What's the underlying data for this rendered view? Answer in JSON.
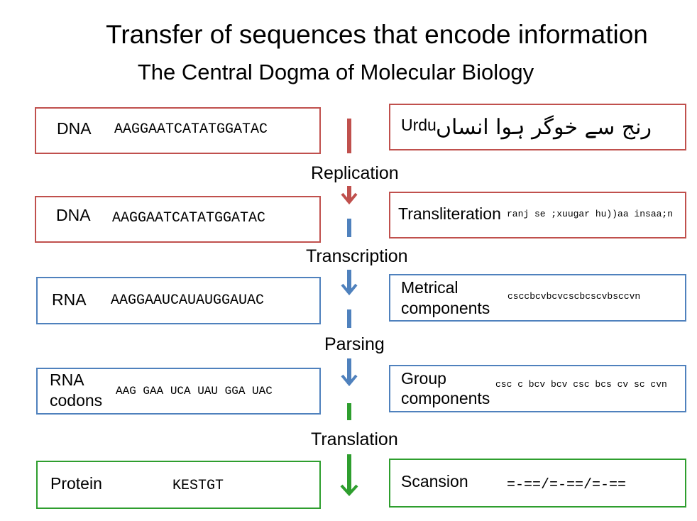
{
  "title": "Transfer of sequences that encode information",
  "subtitle": "The Central Dogma of Molecular Biology",
  "steps": {
    "replication": "Replication",
    "transcription": "Transcription",
    "parsing": "Parsing",
    "translation": "Translation"
  },
  "left": {
    "dna1": {
      "label": "DNA",
      "seq": "AAGGAATCATATGGATAC"
    },
    "dna2": {
      "label": "DNA",
      "seq": "AAGGAATCATATGGATAC"
    },
    "rna": {
      "label": "RNA",
      "seq": "AAGGAAUCAUAUGGAUAC"
    },
    "codons": {
      "label_line1": "RNA",
      "label_line2": "codons",
      "seq": "AAG GAA UCA UAU GGA UAC"
    },
    "protein": {
      "label": "Protein",
      "seq": "KESTGT"
    }
  },
  "right": {
    "urdu": {
      "label": "Urdu",
      "text": "رنج سے خوگر ہوا انساں"
    },
    "translit": {
      "label": "Transliteration",
      "text": "ranj se ;xuugar hu))aa insaa;n"
    },
    "metrical": {
      "label_line1": "Metrical",
      "label_line2": "components",
      "text": "csccbcvbcvcscbcscvbsccvn"
    },
    "group": {
      "label_line1": "Group",
      "label_line2": "components",
      "text": "csc c bcv bcv csc bcs cv sc cvn"
    },
    "scansion": {
      "label": "Scansion",
      "text": "=-==/=-==/=-=="
    }
  },
  "colors": {
    "replication": "#c0504d",
    "transcription": "#4f81bd",
    "translation": "#2e9e2e"
  }
}
